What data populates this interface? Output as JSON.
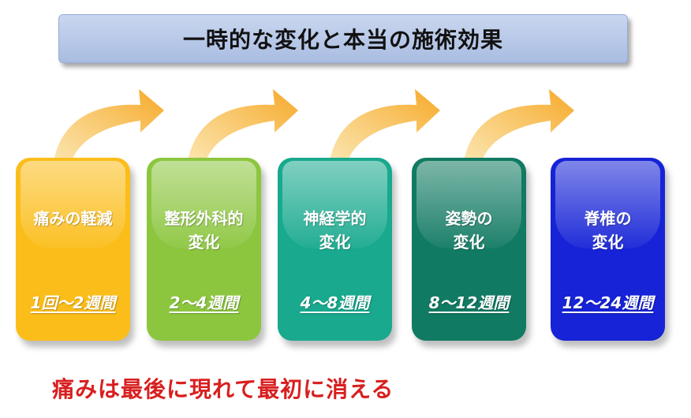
{
  "title": "一時的な変化と本当の施術効果",
  "steps": [
    {
      "title_line1": "痛みの軽減",
      "title_line2": "",
      "period": "1回〜2週間",
      "color": "#fbbd1a"
    },
    {
      "title_line1": "整形外科的",
      "title_line2": "変化",
      "period": "2〜4週間",
      "color": "#8cc63f"
    },
    {
      "title_line1": "神経学的",
      "title_line2": "変化",
      "period": "4〜8週間",
      "color": "#18a98e"
    },
    {
      "title_line1": "姿勢の",
      "title_line2": "変化",
      "period": "8〜12週間",
      "color": "#117a62"
    },
    {
      "title_line1": "脊椎の",
      "title_line2": "変化",
      "period": "12〜24週間",
      "color": "#1623d6"
    }
  ],
  "arrow_color": "#f7b84b",
  "footer": "痛みは最後に現れて最初に消える",
  "footer_color": "#d81f1f"
}
